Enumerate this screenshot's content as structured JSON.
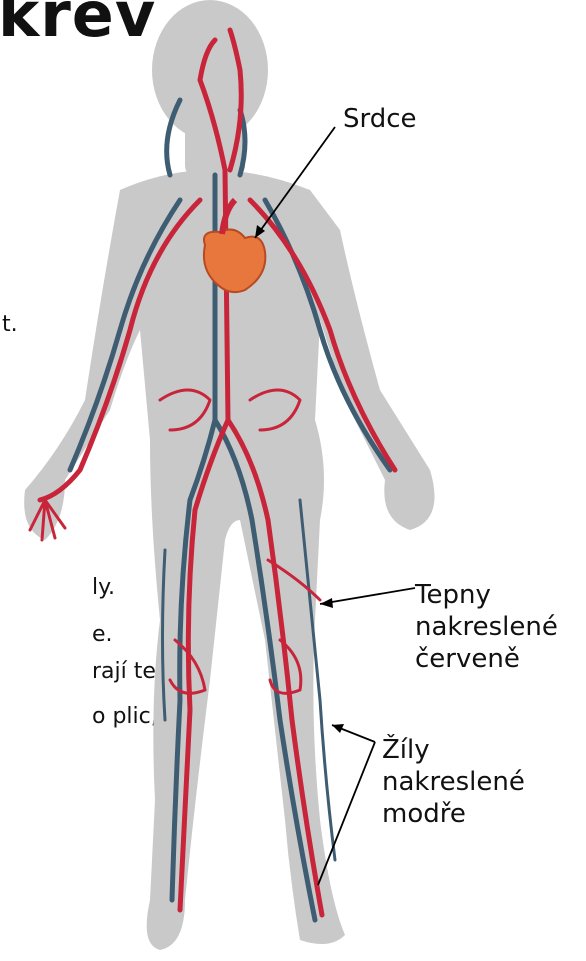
{
  "title": "krev",
  "text_fragments": [
    "t.",
    "ly.",
    "e.",
    "rají tepny.",
    "o plic,"
  ],
  "labels": {
    "heart": "Srdce",
    "arteries": [
      "Tepny",
      "nakreslené",
      "červeně"
    ],
    "veins": [
      "Žíly",
      "nakreslené",
      "modře"
    ]
  },
  "colors": {
    "artery": "#c8253a",
    "vein": "#3f5d72",
    "body_silhouette": "#c9c9c9",
    "heart": "#e8773e"
  }
}
